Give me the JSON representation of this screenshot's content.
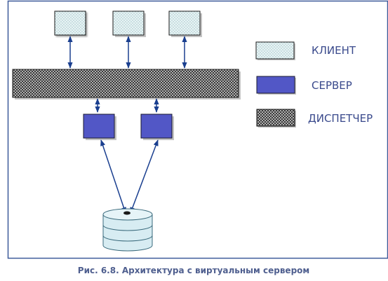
{
  "diagram": {
    "clients": [
      {
        "id": "client-1"
      },
      {
        "id": "client-2"
      },
      {
        "id": "client-3"
      }
    ],
    "dispatcher": {
      "id": "dispatcher"
    },
    "servers": [
      {
        "id": "server-1"
      },
      {
        "id": "server-2"
      }
    ],
    "database": {
      "id": "database"
    },
    "legend": {
      "client_label": "КЛИЕНТ",
      "server_label": "СЕРВЕР",
      "dispatcher_label": "ДИСПЕТЧЕР"
    },
    "caption": "Рис. 6.8. Архитектура с виртуальным сервером"
  },
  "colors": {
    "frame": "#3d5a99",
    "client_fill": "#e8f4f5",
    "client_dots": "#9bbdc3",
    "dispatcher_fill": "#d0d0d0",
    "dispatcher_grid": "#1a1a1a",
    "server_fill": "#5257c6",
    "server_border": "#1a1a2e",
    "arrow": "#1a3f8f",
    "db_fill": "#d7ecf2",
    "db_stroke": "#3a6a7c",
    "legend_text": "#3a4a8c",
    "caption_text": "#4f5f8f"
  }
}
